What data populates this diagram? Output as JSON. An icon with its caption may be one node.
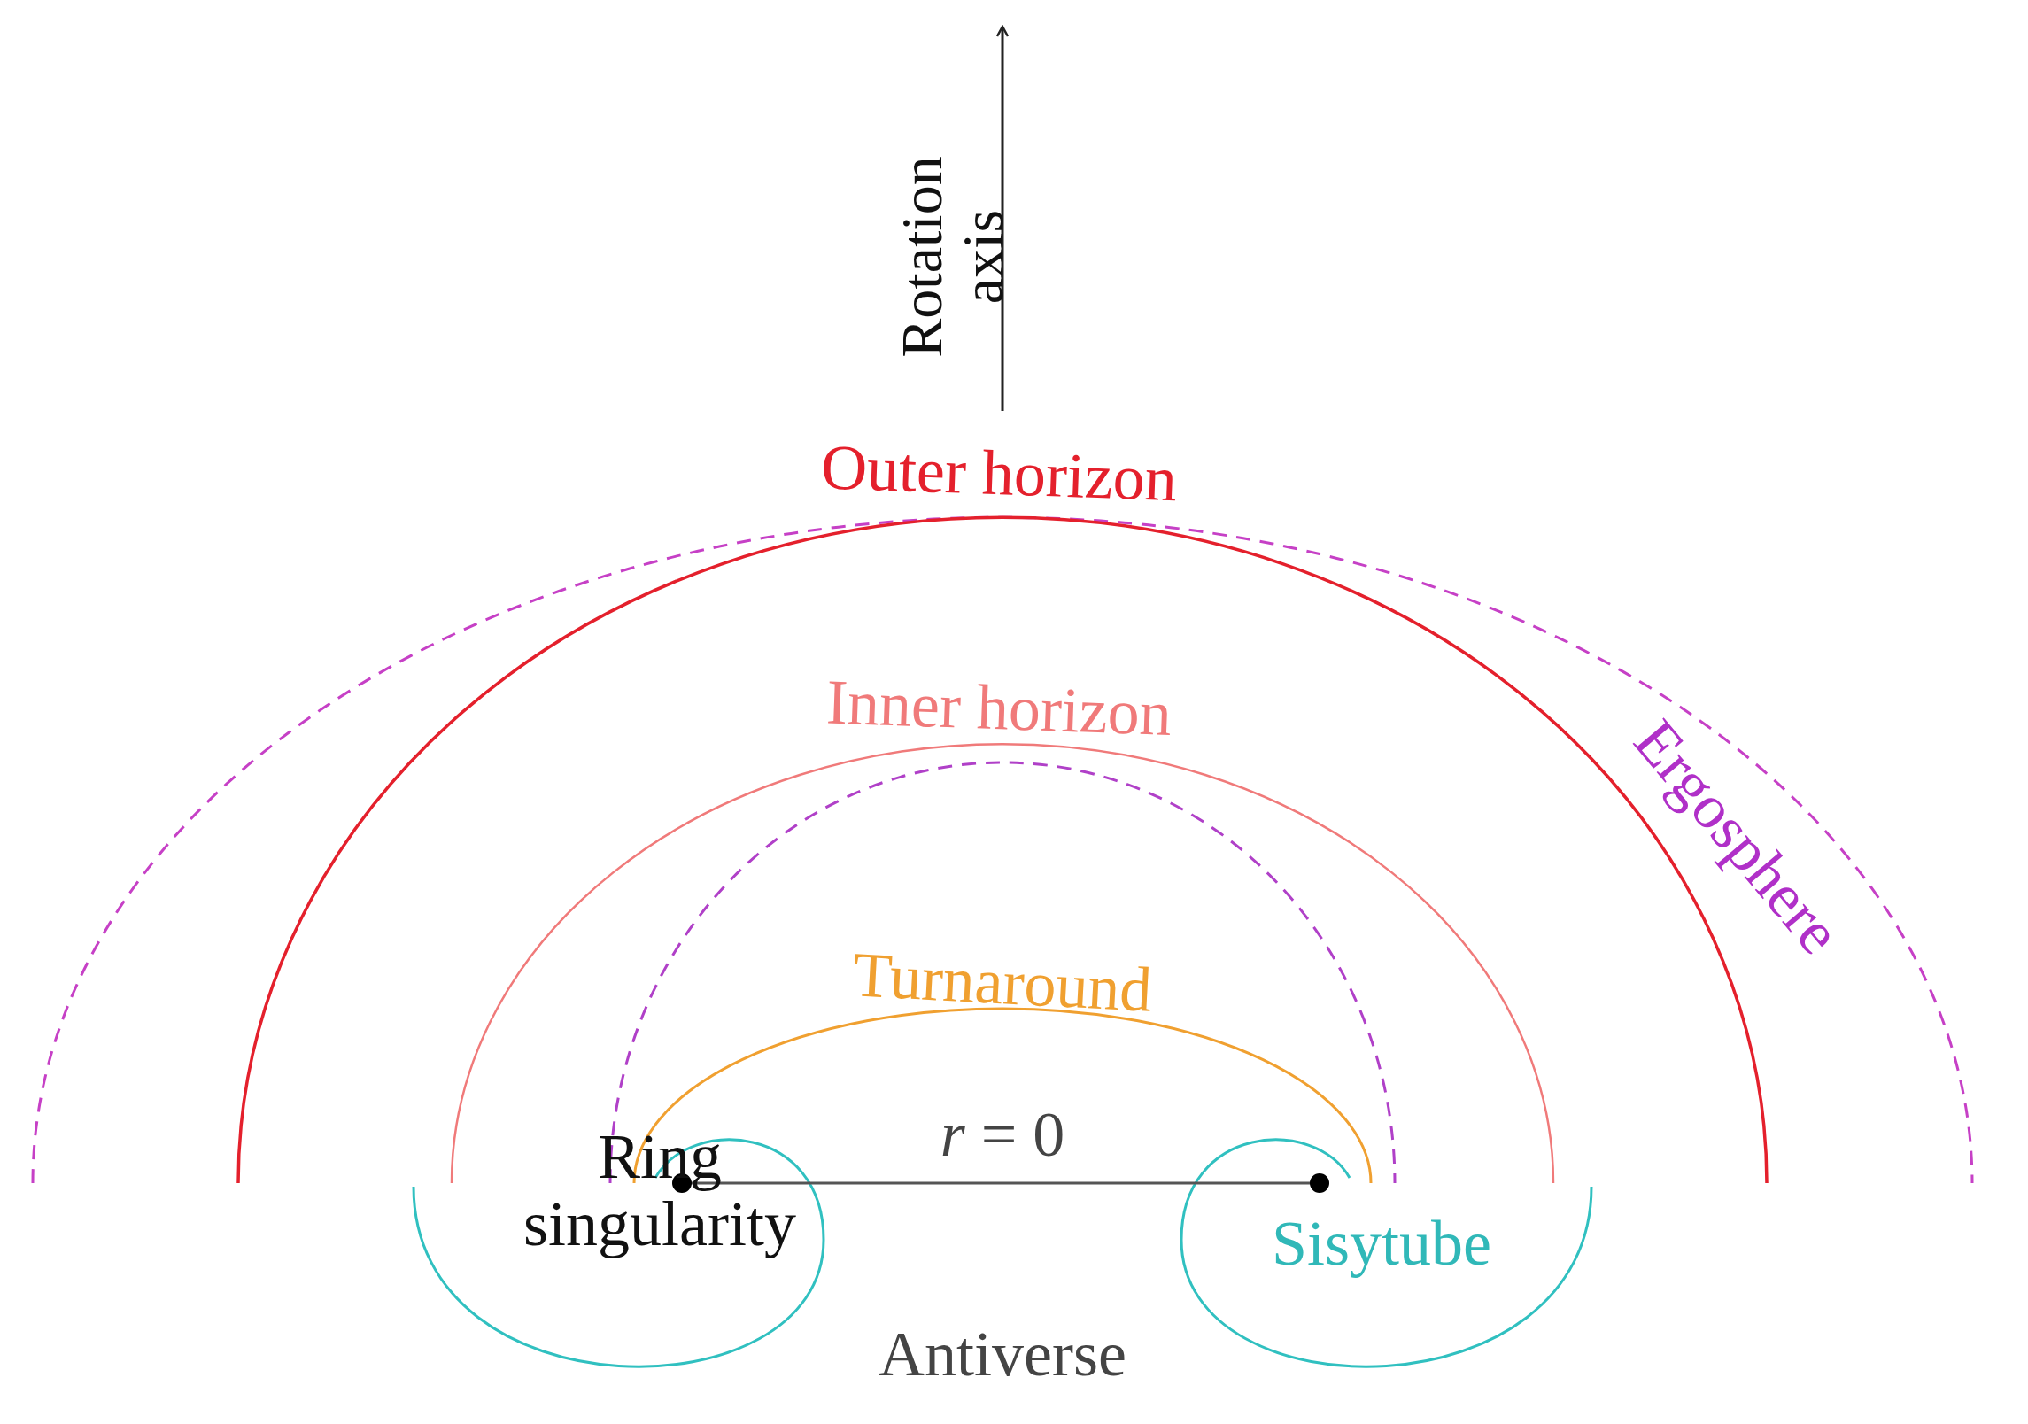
{
  "diagram": {
    "labels": [
      "Rotation axis",
      "Outer horizon",
      "Inner horizon",
      "Ergosphere",
      "Turnaround",
      "Ring singularity",
      "*r* = 0",
      "Sisytube",
      "Antiverse"
    ]
  }
}
